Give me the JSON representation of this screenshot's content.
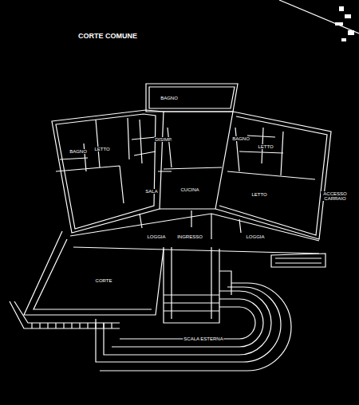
{
  "diagram": {
    "labels": [
      "CORTE COMUNE",
      "BAGNO",
      "DISIMP.",
      "BAGNO",
      "LETTO",
      "BAGNO",
      "LETTO",
      "SALA",
      "CUCINA",
      "LETTO",
      "LOGGIA",
      "INGRESSO",
      "LOGGIA",
      "CORTE",
      "SCALA ESTERNA",
      "ACCESSO CARRAIO"
    ]
  }
}
